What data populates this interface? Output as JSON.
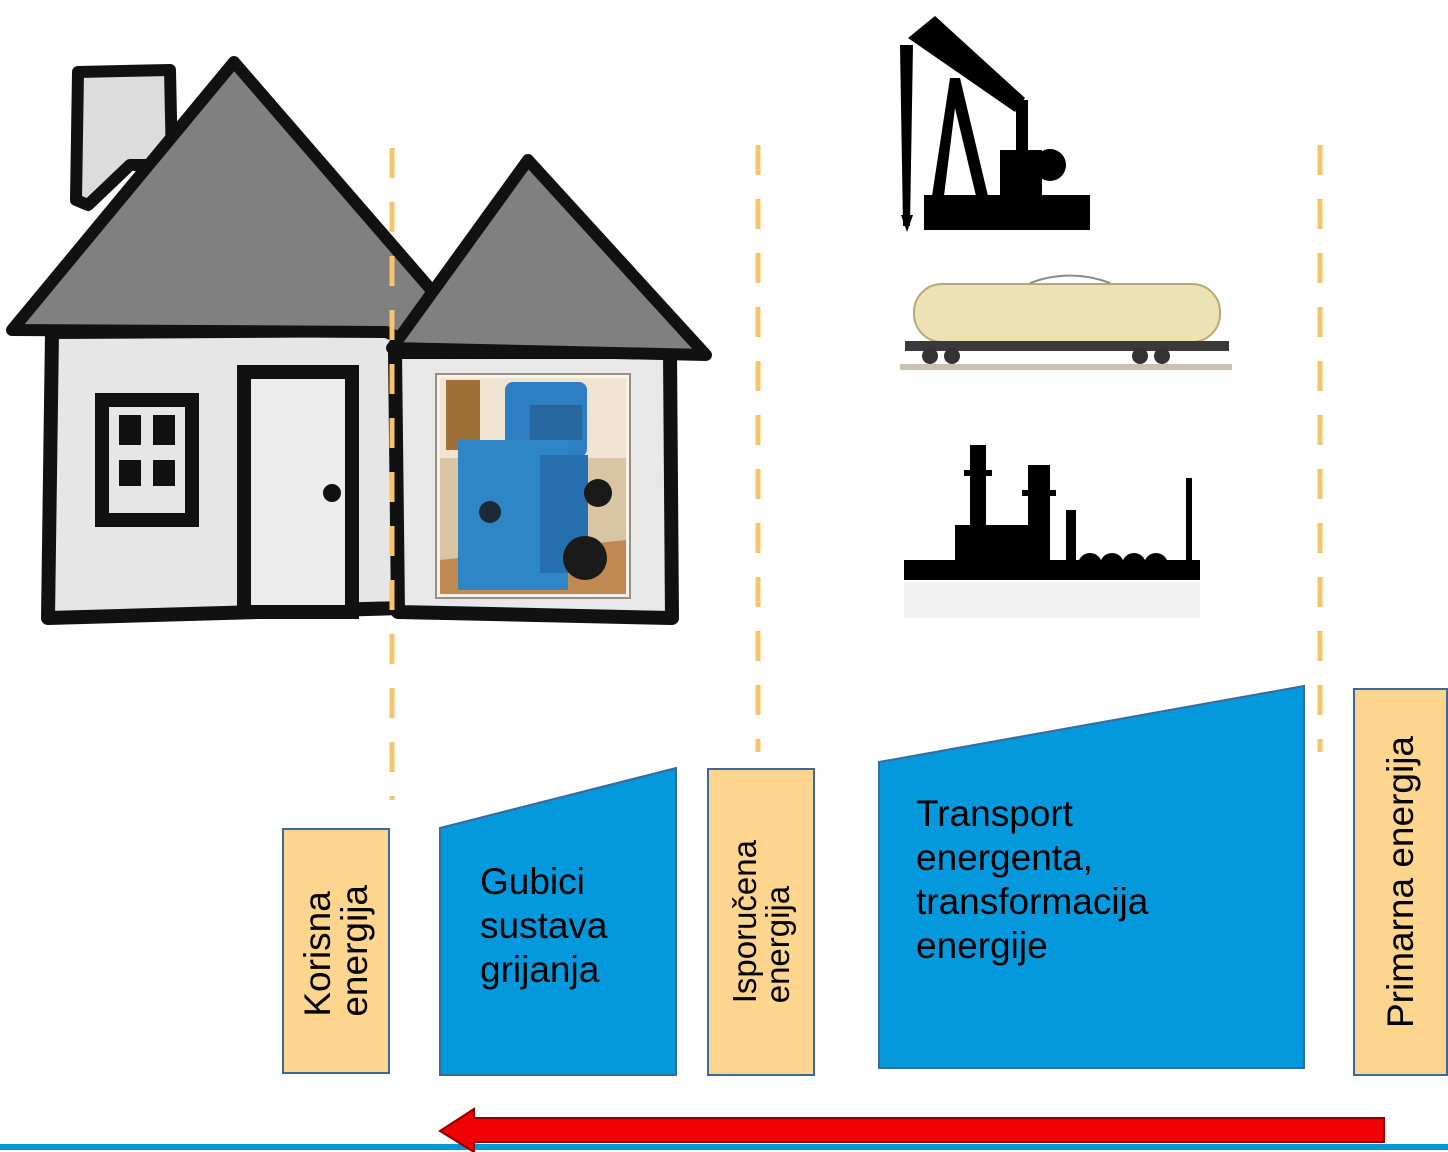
{
  "colors": {
    "loss_block": "#0399dc",
    "label_box": "#fed58e",
    "label_border": "#3a6a9c",
    "divider": "#f7c46b",
    "flow_arrow": "#f00000",
    "baseline": "#0397d8"
  },
  "images": {
    "house": "sketched-house-illustration",
    "boiler": "blue-heating-boiler-photo",
    "pumpjack": "oil-pumpjack-silhouette",
    "tank_car": "rail-tank-car",
    "refinery": "refinery-silhouette"
  },
  "labels": {
    "useful": {
      "line1": "Korisna",
      "line2": "energija"
    },
    "delivered": {
      "line1": "Isporučena",
      "line2": "energija"
    },
    "primary": {
      "line1": "Primarna energija"
    }
  },
  "blocks": {
    "heating_losses": {
      "line1": "Gubici",
      "line2": "sustava",
      "line3": "grijanja"
    },
    "transport": {
      "line1": "Transport",
      "line2": "energenta,",
      "line3": "transformacija",
      "line4": "energije"
    }
  },
  "flow": {
    "direction": "right-to-left"
  }
}
